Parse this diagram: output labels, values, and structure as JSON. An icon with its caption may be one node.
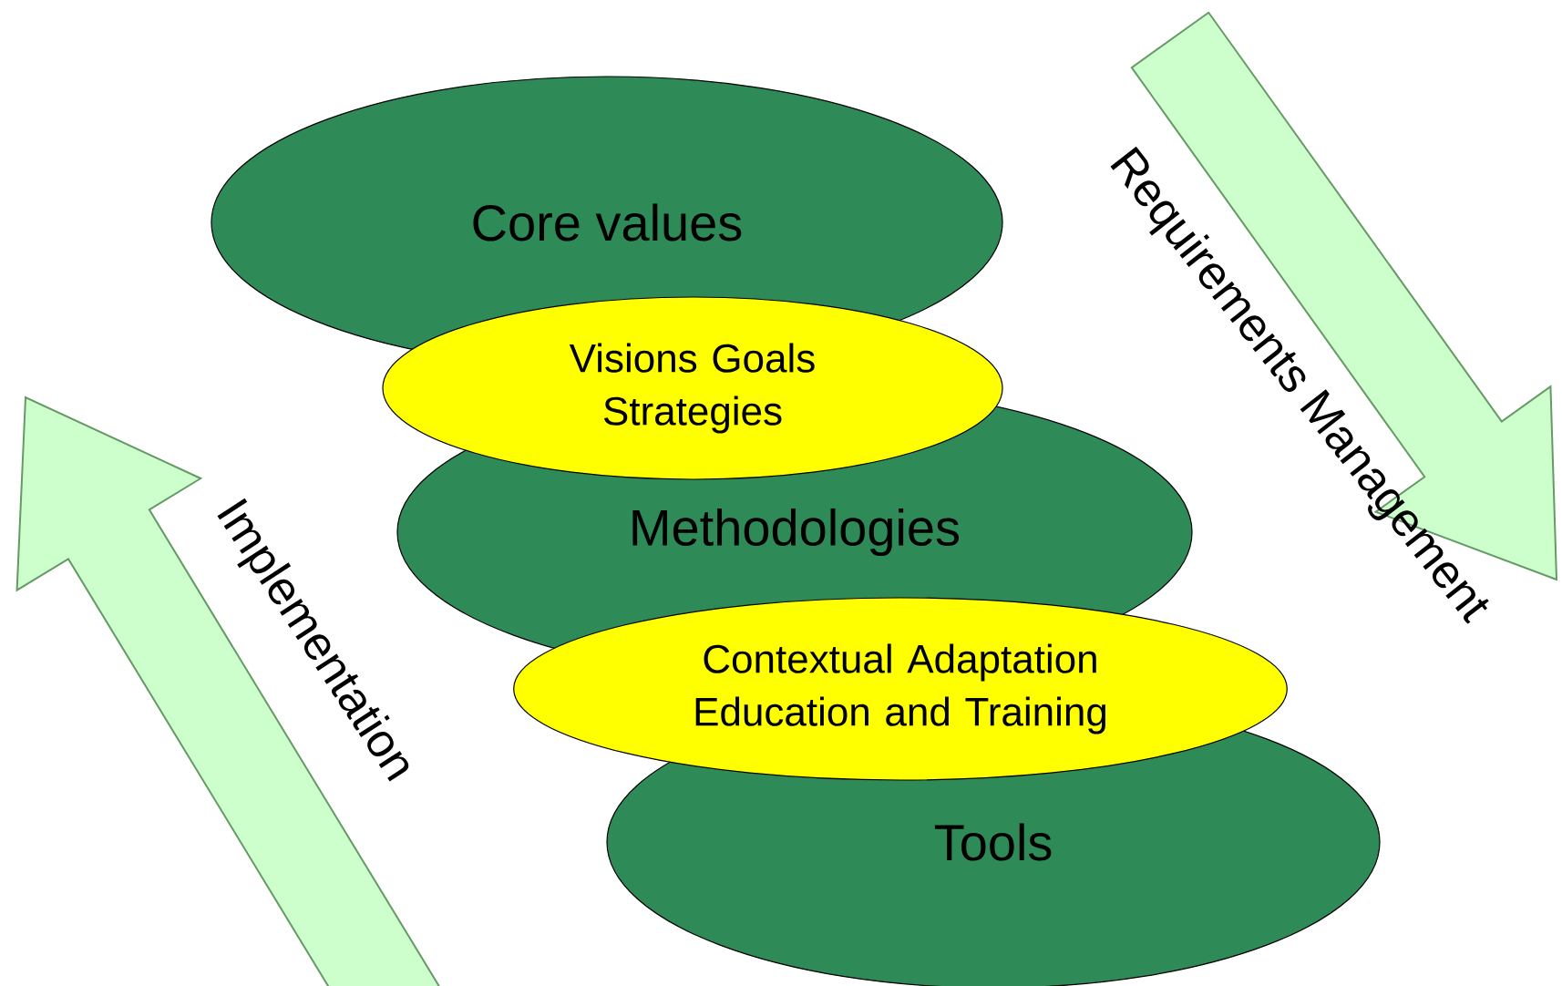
{
  "diagram": {
    "nodes": [
      {
        "text": [
          "Core values"
        ]
      },
      {
        "text": [
          "Visions Goals Strategies"
        ]
      },
      {
        "text": [
          "Methodologies"
        ]
      },
      {
        "text": [
          "Contextual Adaptation Education and Training"
        ]
      },
      {
        "text": [
          "Tools"
        ]
      }
    ],
    "labels": [
      "Requirements Management",
      "Implementation"
    ]
  }
}
